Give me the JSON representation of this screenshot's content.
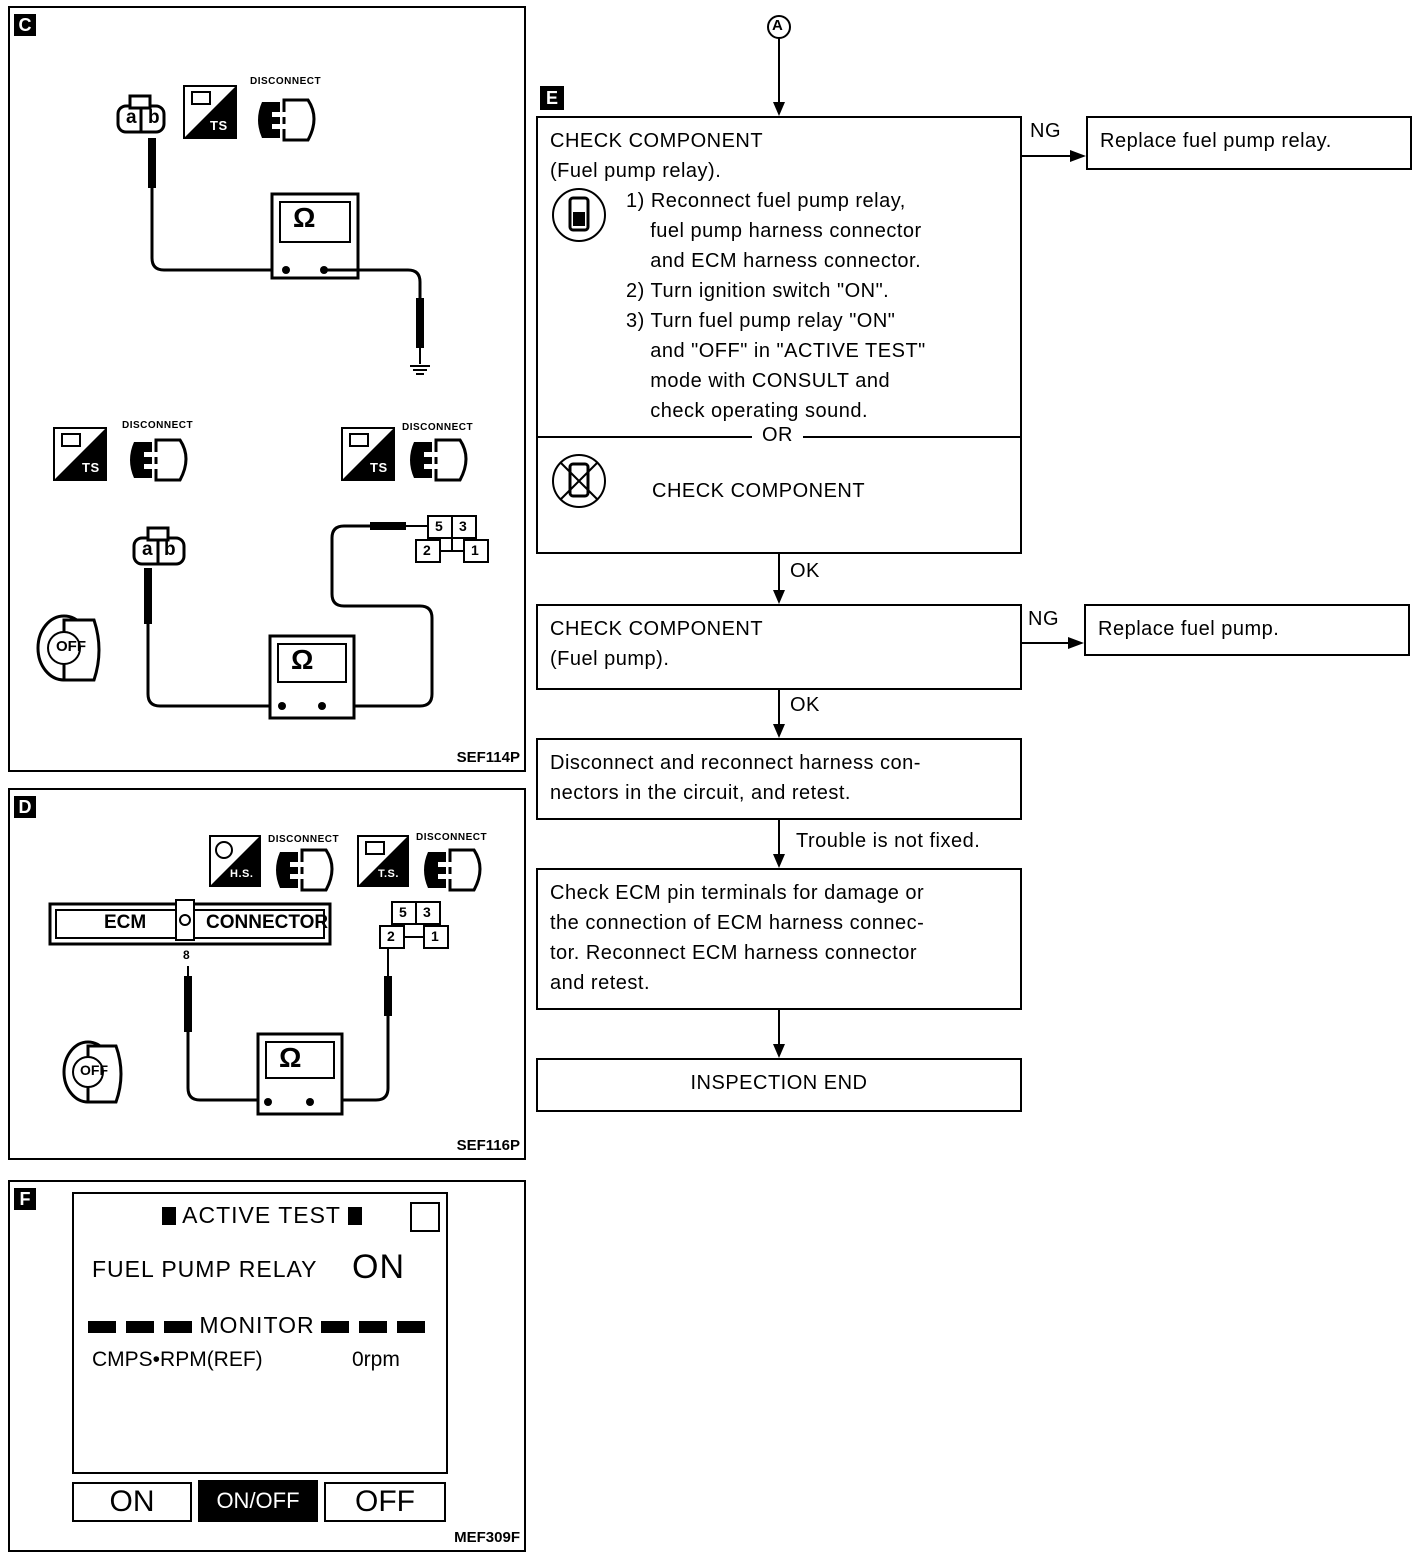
{
  "panel_c": {
    "tag": "C",
    "code": "SEF114P",
    "disconnect_label": "DISCONNECT",
    "ts_label": "TS",
    "connector_a": "a",
    "connector_b": "b",
    "ohm_symbol": "Ω",
    "relay_pins": [
      "5",
      "3",
      "2",
      "1"
    ],
    "key_label": "OFF"
  },
  "panel_d": {
    "tag": "D",
    "code": "SEF116P",
    "disconnect_label": "DISCONNECT",
    "hs_label": "H.S.",
    "ts_label": "T.S.",
    "ecm_label": "ECM",
    "connector_label": "CONNECTOR",
    "pin_number": "8",
    "ohm_symbol": "Ω",
    "relay_pins": [
      "5",
      "3",
      "2",
      "1"
    ],
    "key_label": "OFF"
  },
  "panel_f": {
    "tag": "F",
    "code": "MEF309F",
    "screen_title": "ACTIVE TEST",
    "item_label": "FUEL PUMP RELAY",
    "item_value": "ON",
    "monitor_label": "MONITOR",
    "monitor_item": "CMPS•RPM(REF)",
    "monitor_value": "0rpm",
    "buttons": [
      "ON",
      "ON/OFF",
      "OFF"
    ]
  },
  "flow": {
    "connector_a": "A",
    "tag_e": "E",
    "box1_title": "CHECK COMPONENT\n(Fuel pump relay).",
    "box1_steps": "1) Reconnect fuel pump relay,\n    fuel pump harness connector\n    and ECM harness connector.\n2) Turn ignition switch \"ON\".\n3) Turn fuel pump relay \"ON\"\n    and \"OFF\" in \"ACTIVE TEST\"\n    mode with CONSULT and\n    check operating sound.",
    "or_label": "OR",
    "box1_alt": "CHECK COMPONENT",
    "ng1": "NG",
    "result1": "Replace fuel pump relay.",
    "ok1": "OK",
    "box2": "CHECK COMPONENT\n(Fuel pump).",
    "ng2": "NG",
    "result2": "Replace fuel pump.",
    "ok2": "OK",
    "box3": "Disconnect and reconnect harness con-\nnectors in the circuit, and retest.",
    "trouble": "Trouble is not fixed.",
    "box4": "Check ECM pin terminals for damage or\nthe connection of ECM harness connec-\ntor. Reconnect ECM harness connector\nand retest.",
    "end": "INSPECTION END"
  }
}
